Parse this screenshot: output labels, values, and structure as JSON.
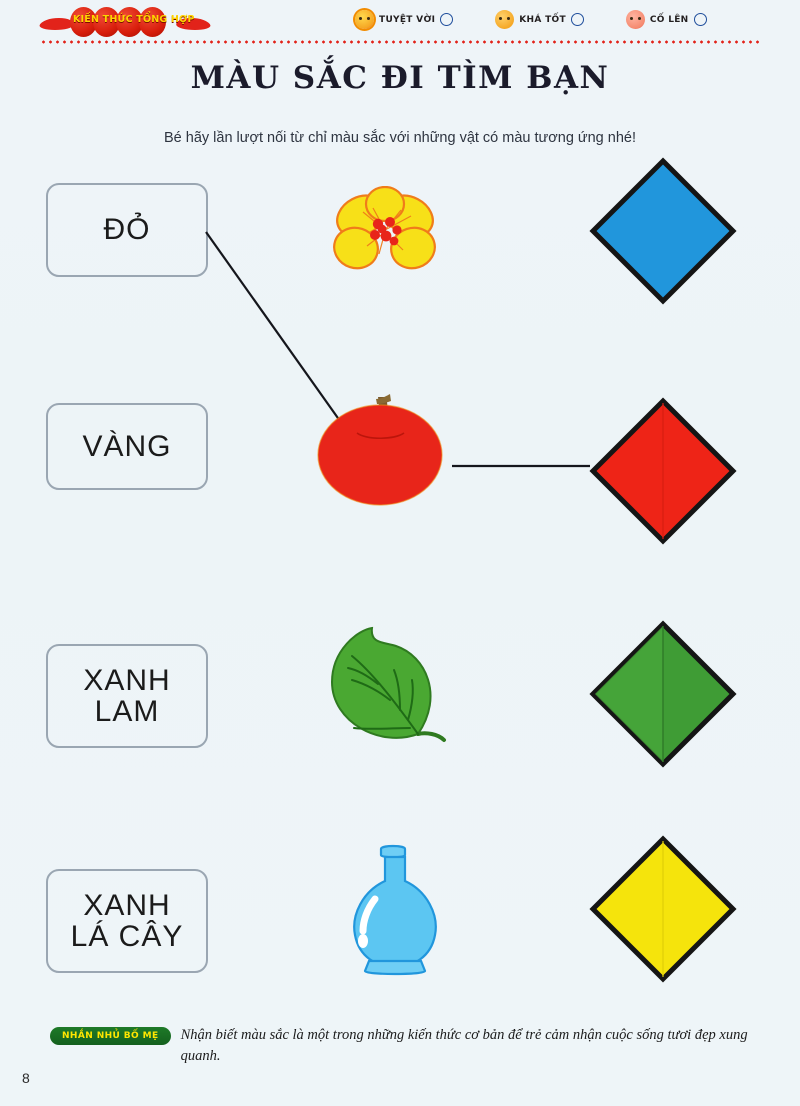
{
  "header": {
    "logo_text": "KIẾN THỨC TỔNG HỢP",
    "stickers": [
      {
        "label": "TUYỆT VỜI",
        "icon": "chick-face-icon"
      },
      {
        "label": "KHÁ TỐT",
        "icon": "tiger-face-icon"
      },
      {
        "label": "CỐ LÊN",
        "icon": "monkey-face-icon"
      }
    ]
  },
  "worksheet": {
    "title": "MÀU SẮC ĐI TÌM BẠN",
    "instruction": "Bé hãy lần lượt nối từ chỉ màu sắc với những vật có màu tương ứng nhé!",
    "color_words": [
      {
        "label": "ĐỎ",
        "color_hex": "#e8251a"
      },
      {
        "label": "VÀNG",
        "color_hex": "#f2e313"
      },
      {
        "label": "XANH\nLAM",
        "color_hex": "#2196dc"
      },
      {
        "label": "XANH\nLÁ CÂY",
        "color_hex": "#3f9c35"
      }
    ],
    "objects": [
      {
        "name": "flower",
        "color_hex": "#f7e018",
        "outline_hex": "#f07c1a",
        "center_hex": "#e8251a"
      },
      {
        "name": "apple",
        "color_hex": "#e8251a",
        "stem_hex": "#7a5a2e"
      },
      {
        "name": "leaf",
        "color_hex": "#4aa832",
        "vein_hex": "#1f6b16"
      },
      {
        "name": "vase",
        "color_hex": "#5cc6f2",
        "outline_hex": "#2196dc"
      }
    ],
    "diamonds": [
      {
        "name": "blue-diamond",
        "color_hex": "#2196dc"
      },
      {
        "name": "red-diamond",
        "color_hex": "#ee2417"
      },
      {
        "name": "green-diamond",
        "color_hex": "#3f9c35"
      },
      {
        "name": "yellow-diamond",
        "color_hex": "#f5e40c"
      }
    ],
    "connections": [
      {
        "from": "word-do",
        "to": "apple"
      },
      {
        "from": "apple",
        "to": "red-diamond"
      }
    ]
  },
  "footer": {
    "badge": "NHẮN NHỦ BỐ MẸ",
    "note": "Nhận biết màu sắc là một trong những kiến thức cơ bản để trẻ cảm nhận cuộc sống tươi đẹp xung quanh.",
    "page_number": "8"
  }
}
